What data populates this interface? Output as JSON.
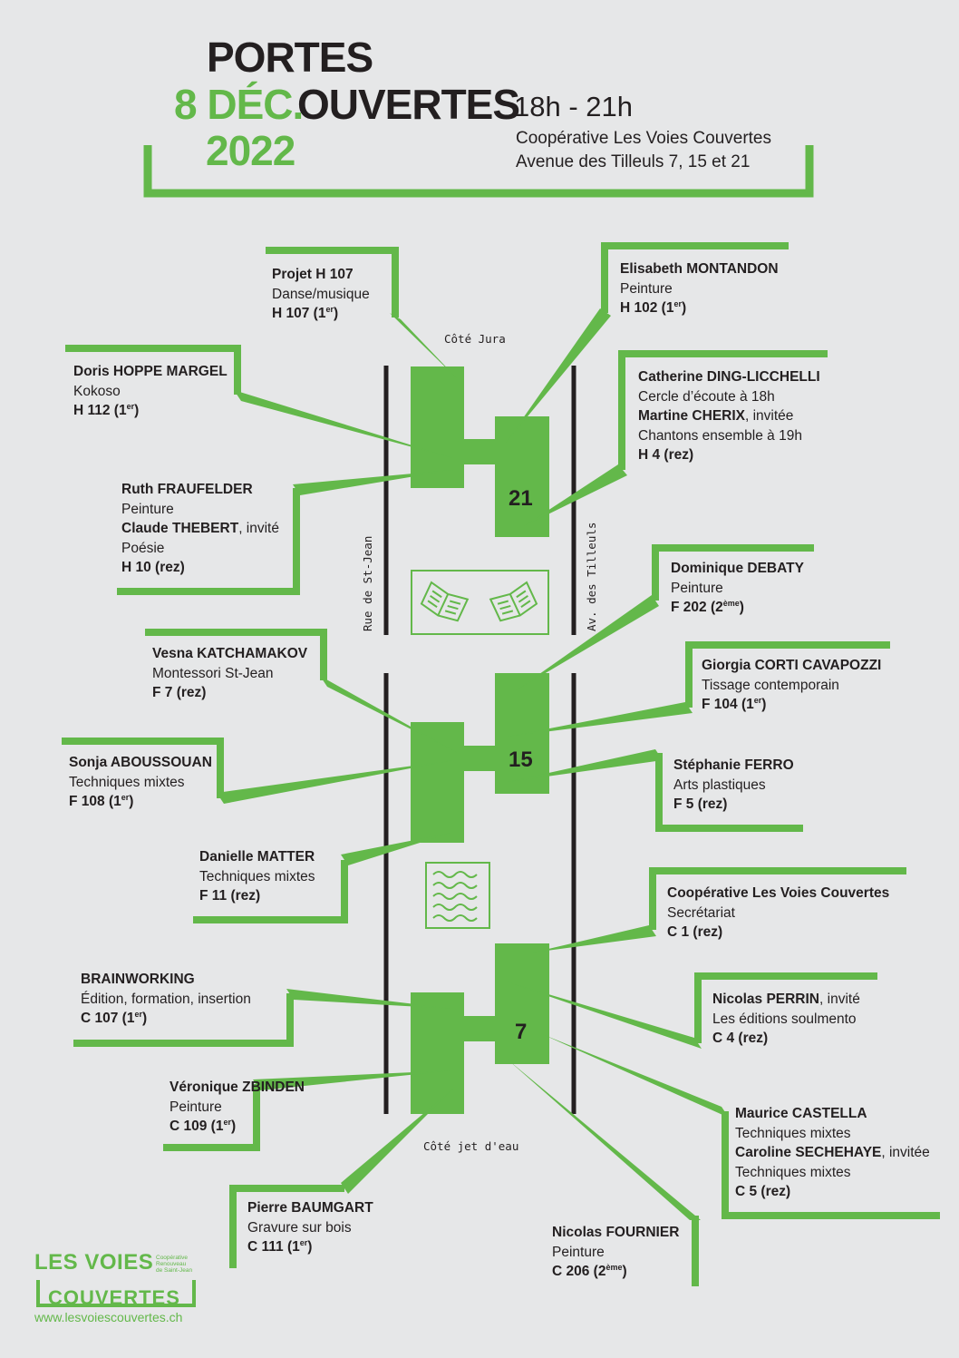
{
  "header": {
    "portes": "PORTES",
    "date": "8 DÉC.",
    "ouvertes": "OUVERTES",
    "year": "2022",
    "time": "18h - 21h",
    "address_line1": "Coopérative Les Voies Couvertes",
    "address_line2": "Avenue des Tilleuls 7, 15 et 21"
  },
  "map": {
    "cote_jura": "Côté Jura",
    "cote_jet": "Côté jet d'eau",
    "rue_st_jean": "Rue de St-Jean",
    "av_tilleuls": "Av. des Tilleuls",
    "building_21": "21",
    "building_15": "15",
    "building_7": "7"
  },
  "entries": {
    "h107": {
      "name": "Projet H 107",
      "activity": "Danse/musique",
      "room": "H 107 (1",
      "floor": "er",
      "close": ")"
    },
    "montandon": {
      "name": "Elisabeth MONTANDON",
      "activity": "Peinture",
      "room": "H 102 (1",
      "floor": "er",
      "close": ")"
    },
    "hoppe": {
      "name": "Doris HOPPE MARGEL",
      "activity": "Kokoso",
      "room": "H 112 (1",
      "floor": "er",
      "close": ")"
    },
    "ding": {
      "name": "Catherine DING-LICCHELLI",
      "activity": "Cercle d’écoute à 18h",
      "guest": "Martine CHERIX",
      "guest_suffix": ", invitée",
      "guest_activity": "Chantons ensemble à 19h",
      "room": "H 4 (rez)"
    },
    "fraufelder": {
      "name": "Ruth FRAUFELDER",
      "activity": "Peinture",
      "guest": "Claude THEBERT",
      "guest_suffix": ", invité",
      "guest_activity": "Poésie",
      "room": "H 10 (rez)"
    },
    "debaty": {
      "name": "Dominique DEBATY",
      "activity": "Peinture",
      "room": "F 202 (2",
      "floor": "ème",
      "close": ")"
    },
    "katchamakov": {
      "name": "Vesna KATCHAMAKOV",
      "activity": "Montessori St-Jean",
      "room": "F 7 (rez)"
    },
    "corti": {
      "name": "Giorgia CORTI CAVAPOZZI",
      "activity": "Tissage contemporain",
      "room": "F 104 (1",
      "floor": "er",
      "close": ")"
    },
    "aboussouan": {
      "name": "Sonja ABOUSSOUAN",
      "activity": "Techniques mixtes",
      "room": "F 108 (1",
      "floor": "er",
      "close": ")"
    },
    "ferro": {
      "name": "Stéphanie FERRO",
      "activity": "Arts plastiques",
      "room": "F 5 (rez)"
    },
    "matter": {
      "name": "Danielle MATTER",
      "activity": "Techniques mixtes",
      "room": "F 11 (rez)"
    },
    "coop": {
      "name": "Coopérative Les Voies Couvertes",
      "activity": "Secrétariat",
      "room": "C 1 (rez)"
    },
    "brainworking": {
      "name": "BRAINWORKING",
      "activity": "Édition, formation, insertion",
      "room": "C 107 (1",
      "floor": "er",
      "close": ")"
    },
    "perrin": {
      "name": "Nicolas PERRIN",
      "name_suffix": ", invité",
      "activity": "Les éditions soulmento",
      "room": "C 4 (rez)"
    },
    "zbinden": {
      "name": "Véronique ZBINDEN",
      "activity": "Peinture",
      "room": "C 109 (1",
      "floor": "er",
      "close": ")"
    },
    "castella": {
      "name": "Maurice CASTELLA",
      "activity": "Techniques mixtes",
      "guest": "Caroline SECHEHAYE",
      "guest_suffix": ", invitée",
      "guest_activity": "Techniques mixtes",
      "room": "C 5 (rez)"
    },
    "baumgart": {
      "name": "Pierre BAUMGART",
      "activity": "Gravure sur bois",
      "room": "C 111 (1",
      "floor": "er",
      "close": ")"
    },
    "fournier": {
      "name": "Nicolas FOURNIER",
      "activity": "Peinture",
      "room": "C 206 (2",
      "floor": "ème",
      "close": ")"
    }
  },
  "logo": {
    "line1": "LES VOIES",
    "line2": "COUVERTES",
    "small1": "Coopérative",
    "small2": "Renouveau",
    "small3": "de Saint-Jean",
    "url": "www.lesvoiescouvertes.ch"
  },
  "colors": {
    "green": "#63b84a",
    "background": "#e6e7e8",
    "text": "#231f20"
  }
}
